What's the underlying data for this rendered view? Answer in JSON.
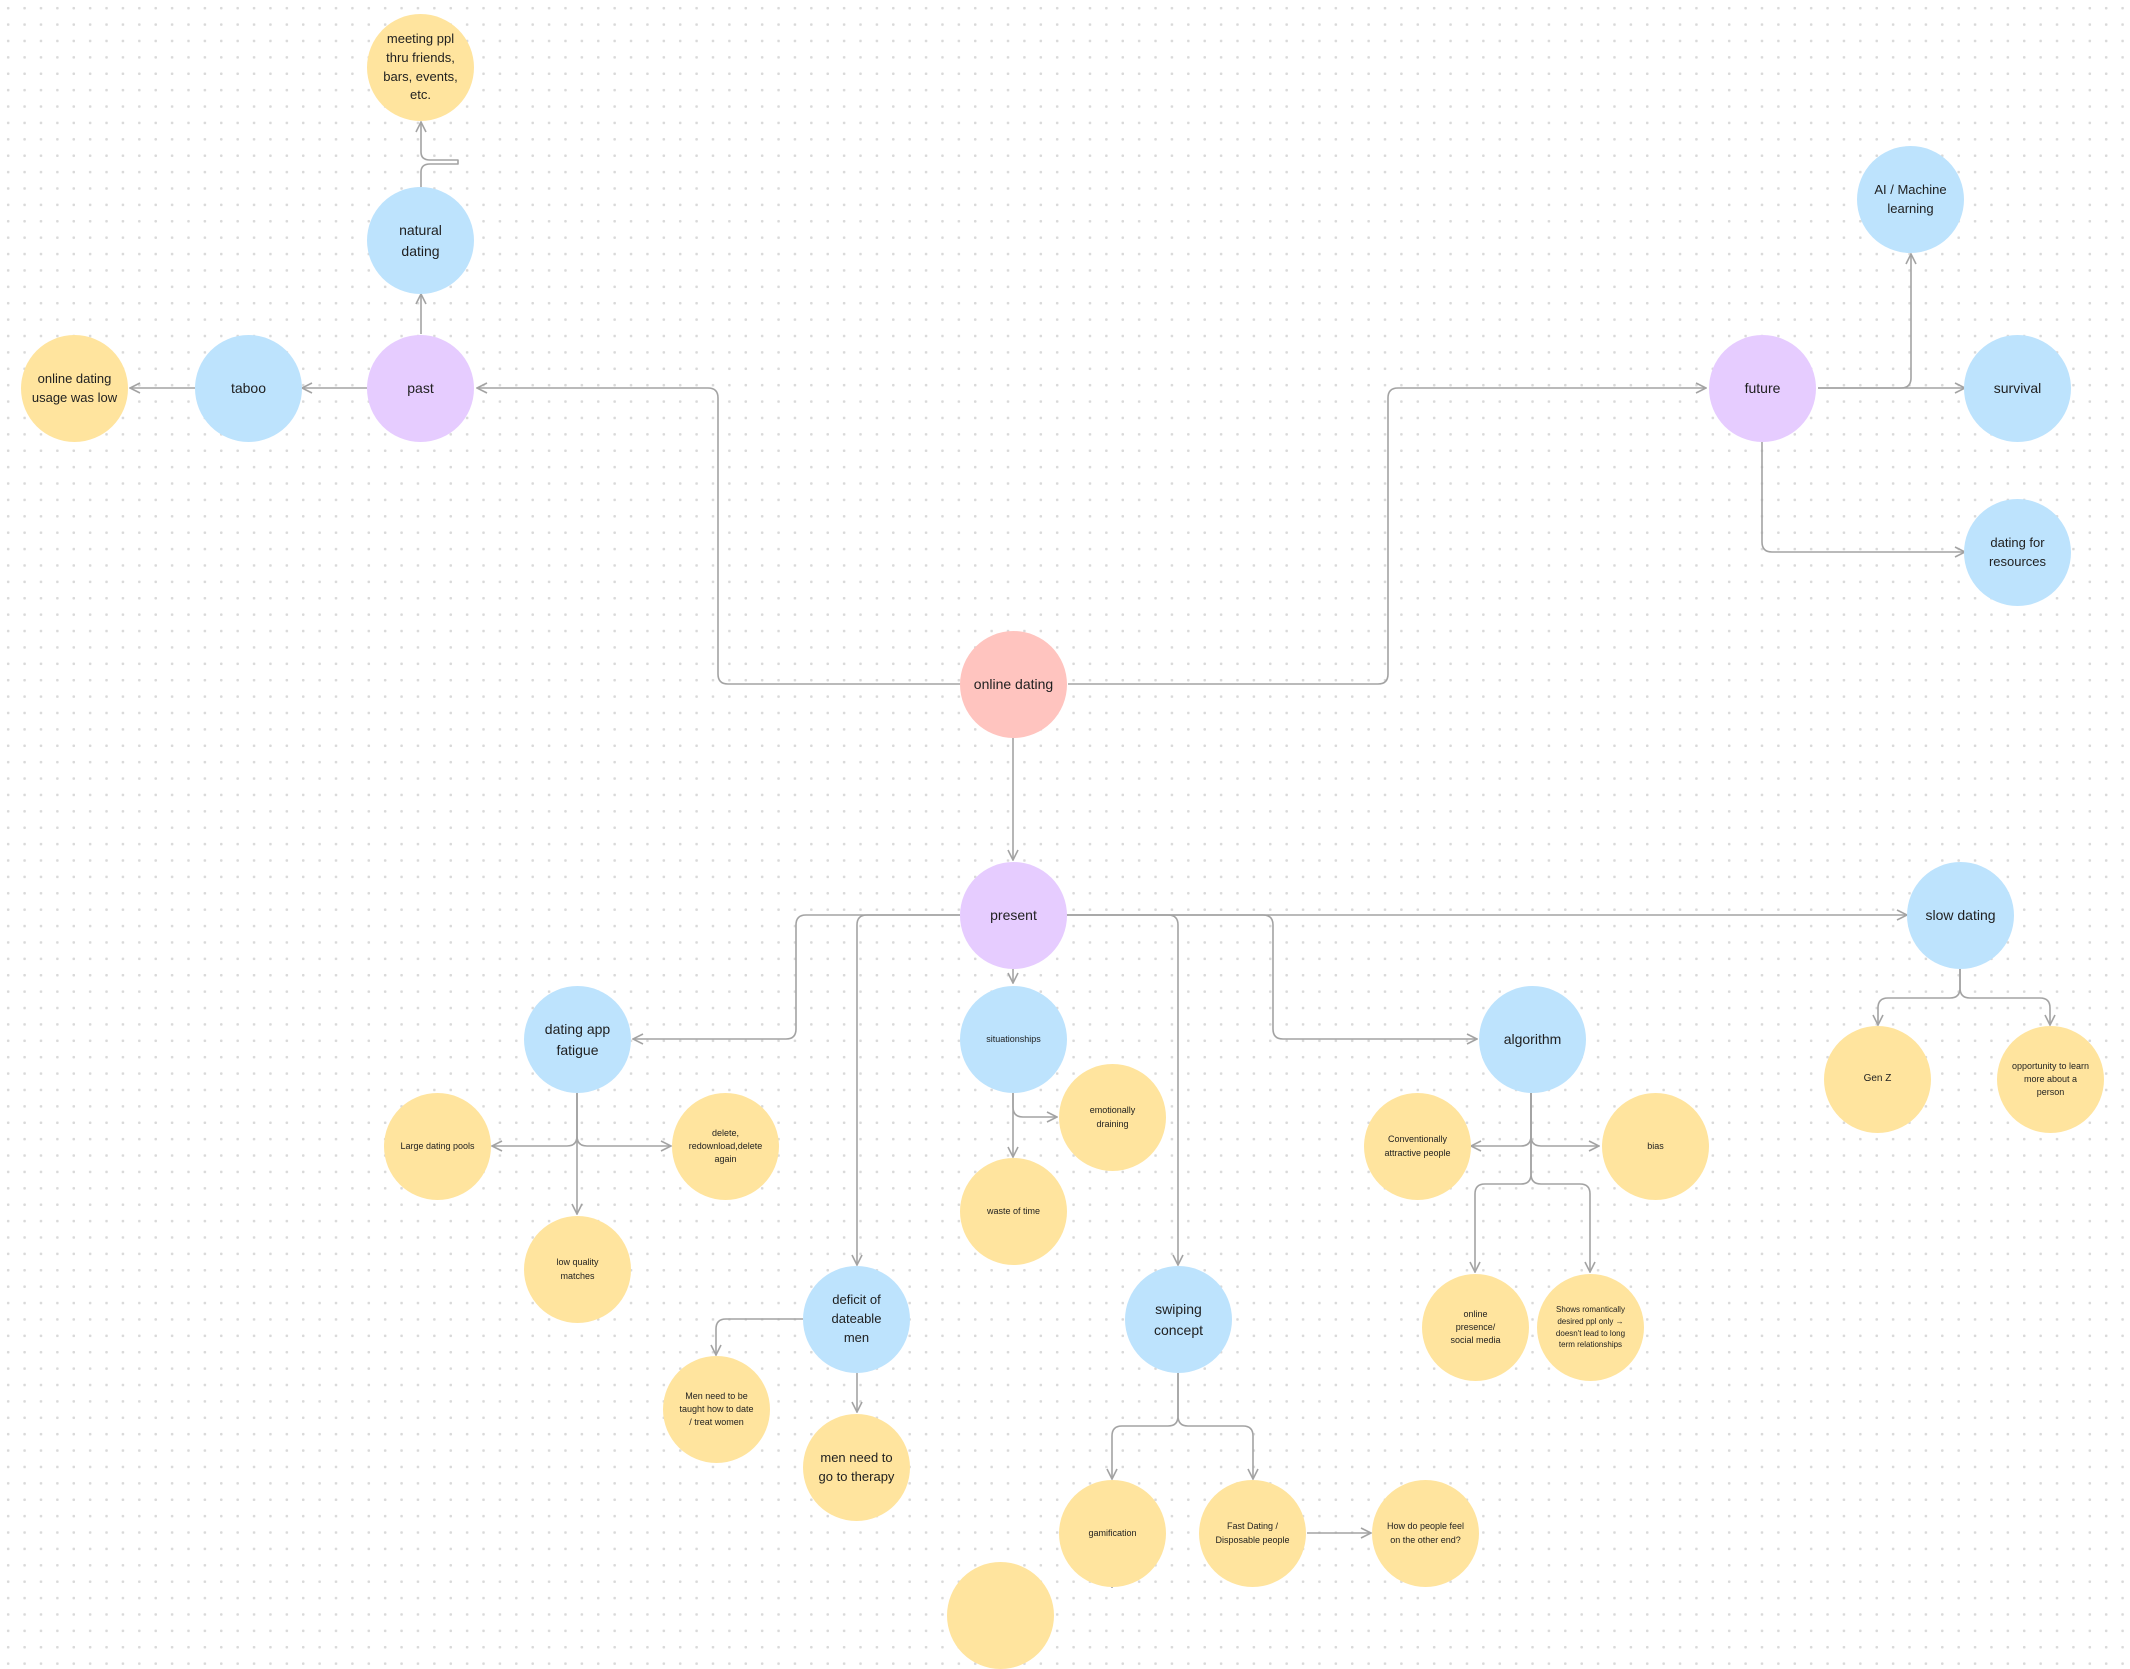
{
  "colors": {
    "root": "#ffc4bf",
    "era": "#e6ccff",
    "topic": "#bde3fd",
    "detail": "#ffe49e",
    "connector": "#a3a3a3"
  },
  "nodes": {
    "root": "online dating",
    "past": "past",
    "present": "present",
    "future": "future",
    "taboo": "taboo",
    "low_usage": "online dating usage was low",
    "natural_dating": "natural dating",
    "meeting_ppl": "meeting ppl thru friends, bars, events, etc.",
    "ai_ml": "AI / Machine learning",
    "survival": "survival",
    "dating_resources": "dating for resources",
    "slow_dating": "slow dating",
    "gen_z": "Gen Z",
    "opportunity": "opportunity to learn more about a person",
    "app_fatigue": "dating app fatigue",
    "large_pools": "Large dating pools",
    "delete_redownload": "delete, redownload,delete again",
    "low_quality": "low quality matches",
    "situationships": "situationships",
    "emotionally_draining": "emotionally draining",
    "waste_of_time": "waste of time",
    "deficit_men": "deficit of dateable men",
    "men_taught": "Men need to be taught how to date / treat women",
    "men_therapy": "men need to go to therapy",
    "swiping": "swiping concept",
    "gamification": "gamification",
    "fast_dating": "Fast Dating / Disposable people",
    "other_end": "How do people feel on the other end?",
    "algorithm": "algorithm",
    "conv_attractive": "Conventionally attractive people",
    "bias": "bias",
    "online_presence": "online presence/ social media",
    "romantically_desired": "Shows romantically desired ppl only → doesn't lead to long term relationships",
    "partial_bottom": ""
  }
}
